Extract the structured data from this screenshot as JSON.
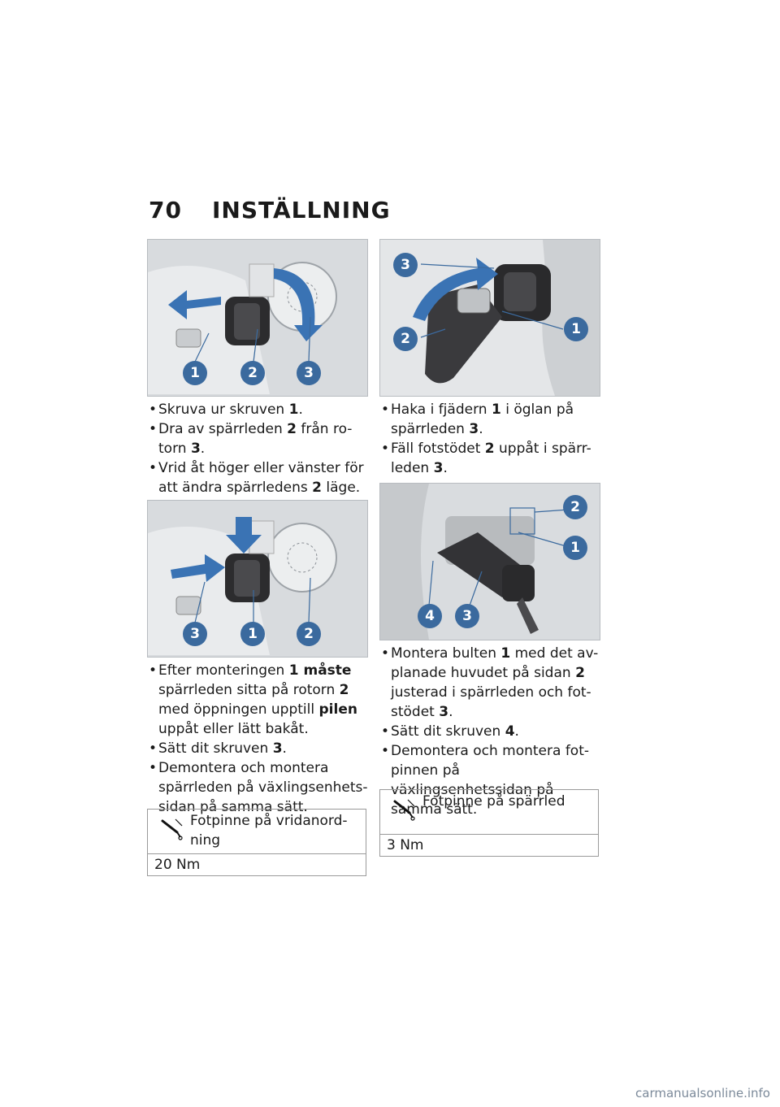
{
  "page": {
    "number": "70",
    "title": "INSTÄLLNING"
  },
  "left": {
    "figure1": {
      "callouts": [
        "1",
        "2",
        "3"
      ]
    },
    "steps1": [
      {
        "pre": "Skruva ur skruven ",
        "ref": "1",
        "post": "."
      },
      {
        "pre": "Dra av spärrleden ",
        "ref": "2",
        "mid": " från ro-torn ",
        "ref2": "3",
        "post": "."
      },
      {
        "pre": "Vrid åt höger eller vänster för att ändra spärrledens ",
        "ref": "2",
        "post": " läge."
      }
    ],
    "figure2": {
      "callouts": [
        "3",
        "1",
        "2"
      ]
    },
    "steps2": [
      {
        "pre": "Efter monteringen ",
        "ref": "1 måste",
        "mid": " spärrleden sitta på rotorn ",
        "ref2": "2",
        "mid2": " med öppningen upptill ",
        "ref3": "pilen",
        "post": " uppåt eller lätt bakåt."
      },
      {
        "pre": "Sätt dit skruven ",
        "ref": "3",
        "post": "."
      },
      {
        "pre": "Demontera och montera spärrleden på växlingsenhets-sidan på samma sätt.",
        "ref": "",
        "post": ""
      }
    ],
    "spec": {
      "label": "Fotpinne på vridanord-ning",
      "value": "20 Nm",
      "icon": "torque-wrench-icon"
    }
  },
  "right": {
    "figure1": {
      "callouts": [
        "3",
        "2",
        "1"
      ]
    },
    "steps1": [
      {
        "pre": "Haka i fjädern ",
        "ref": "1",
        "mid": " i öglan på spärrleden ",
        "ref2": "3",
        "post": "."
      },
      {
        "pre": "Fäll fotstödet ",
        "ref": "2",
        "mid": " uppåt i spärr-leden ",
        "ref2": "3",
        "post": "."
      }
    ],
    "figure2": {
      "callouts": [
        "2",
        "1",
        "4",
        "3"
      ]
    },
    "steps2": [
      {
        "pre": "Montera bulten ",
        "ref": "1",
        "mid": " med det av-planade huvudet på sidan ",
        "ref2": "2",
        "mid2": " justerad i spärrleden och fot-stödet ",
        "ref3": "3",
        "post": "."
      },
      {
        "pre": "Sätt dit skruven ",
        "ref": "4",
        "post": "."
      },
      {
        "pre": "Demontera och montera fot-pinnen på växlingsenhetssidan på samma sätt.",
        "ref": "",
        "post": ""
      }
    ],
    "spec": {
      "label": "Fotpinne på spärrled",
      "value": "3 Nm",
      "icon": "torque-wrench-icon"
    }
  },
  "footer": "carmanualsonline.info",
  "colors": {
    "callout": "#3b6a9e",
    "arrow": "#3a73b4"
  }
}
